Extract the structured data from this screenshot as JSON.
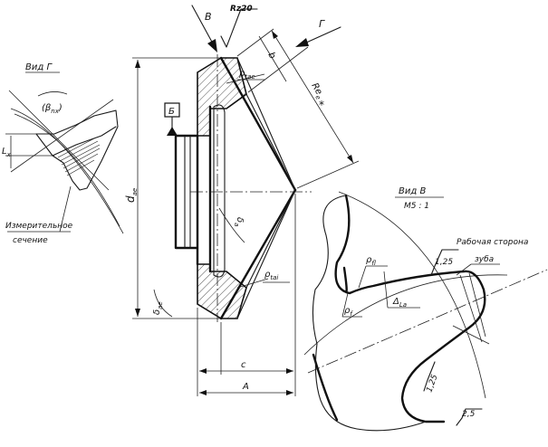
{
  "labels": {
    "view_g": "Вид Г",
    "view_v": "Вид В",
    "scale": "М5 : 1",
    "arrow_b": "В",
    "arrow_g": "Г",
    "datum": "Б",
    "roughness_top": "Rz20",
    "roughness_1": "1,25",
    "roughness_2": "1,25",
    "roughness_3": "2,5",
    "measurement_section_1": "Измерительное",
    "measurement_section_2": "сечение",
    "working_side_1": "Рабочая сторона",
    "working_side_2": "зуба",
    "dim_b": "b",
    "dim_re": "Re",
    "dim_re_star": "*",
    "dim_c": "c",
    "dim_a": "A",
    "dim_dae": "d",
    "dim_dae_sub": "ae",
    "dim_dae_delta": "δ",
    "dim_dae_delta_sub": "ae",
    "dim_delta_a": "δ",
    "dim_delta_a_sub": "a",
    "dim_rho_tae": "ρ",
    "dim_rho_tae_sub": "tae",
    "dim_rho_tai": "ρ",
    "dim_rho_tai_sub": "tai",
    "dim_rho_fl": "ρ",
    "dim_rho_fl_sub": "fl",
    "dim_rho_f": "ρ",
    "dim_rho_f_sub": "f",
    "dim_delta_la": "Δ",
    "dim_delta_la_sub": "La",
    "dim_beta": "β",
    "dim_beta_sub": "nx",
    "dim_lx": "L",
    "dim_lx_sub": "x"
  }
}
